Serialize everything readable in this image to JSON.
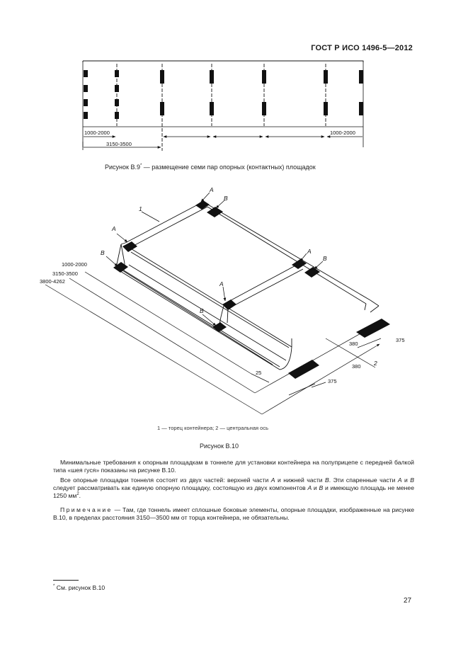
{
  "header": {
    "standard": "ГОСТ Р ИСО 1496-5—2012"
  },
  "figure_b9": {
    "dims": {
      "left_1": "1000-2000",
      "left_2": "3150-3500",
      "right_1": "1000-2000"
    },
    "caption_prefix": "Рисунок В.9",
    "caption_mark": "*",
    "caption_text": " — размещение семи пар опорных (контактных) площадок"
  },
  "figure_b10": {
    "labels": {
      "callout_1": "1",
      "callout_2": "2",
      "a": "A",
      "b": "B",
      "dim_1000_2000": "1000-2000",
      "dim_3150_3500": "3150-3500",
      "dim_3800_4262": "3800-4262",
      "dim_380_a": "380",
      "dim_380_b": "380",
      "dim_375_a": "375",
      "dim_375_b": "375",
      "dim_25": "25"
    },
    "legend": "1 — торец контейнера; 2 — центральная ось",
    "caption": "Рисунок В.10"
  },
  "body": {
    "p1": "Минимальные требования к опорным площадкам в тоннеле для установки контейнера на полуприцепе с передней балкой типа «шея гуся» показаны на рисунке В.10.",
    "p2_a": "Все опорные площадки тоннеля состоят из двух частей: верхней части ",
    "p2_A1": "А",
    "p2_b": " и нижней части ",
    "p2_B1": "В",
    "p2_c": ". Эти спаренные части ",
    "p2_A2": "А",
    "p2_d": " и ",
    "p2_B2": "В",
    "p2_e": " следует рассматривать как единую опорную площадку, состоящую из двух компонентов ",
    "p2_A3": "А",
    "p2_f": " и ",
    "p2_B3": "В",
    "p2_g": " и имеющую площадь не менее 1250 мм",
    "p2_sup": "2",
    "p2_end": ".",
    "note_label": "Примечание",
    "note_text": " — Там, где тоннель имеет сплошные боковые элементы, опорные площадки, изображенные на рисунке В.10, в пределах расстояния 3150—3500 мм от торца контейнера, не обязательны."
  },
  "footnote": {
    "mark": "*",
    "text": " См. рисунок В.10"
  },
  "page_number": "27"
}
